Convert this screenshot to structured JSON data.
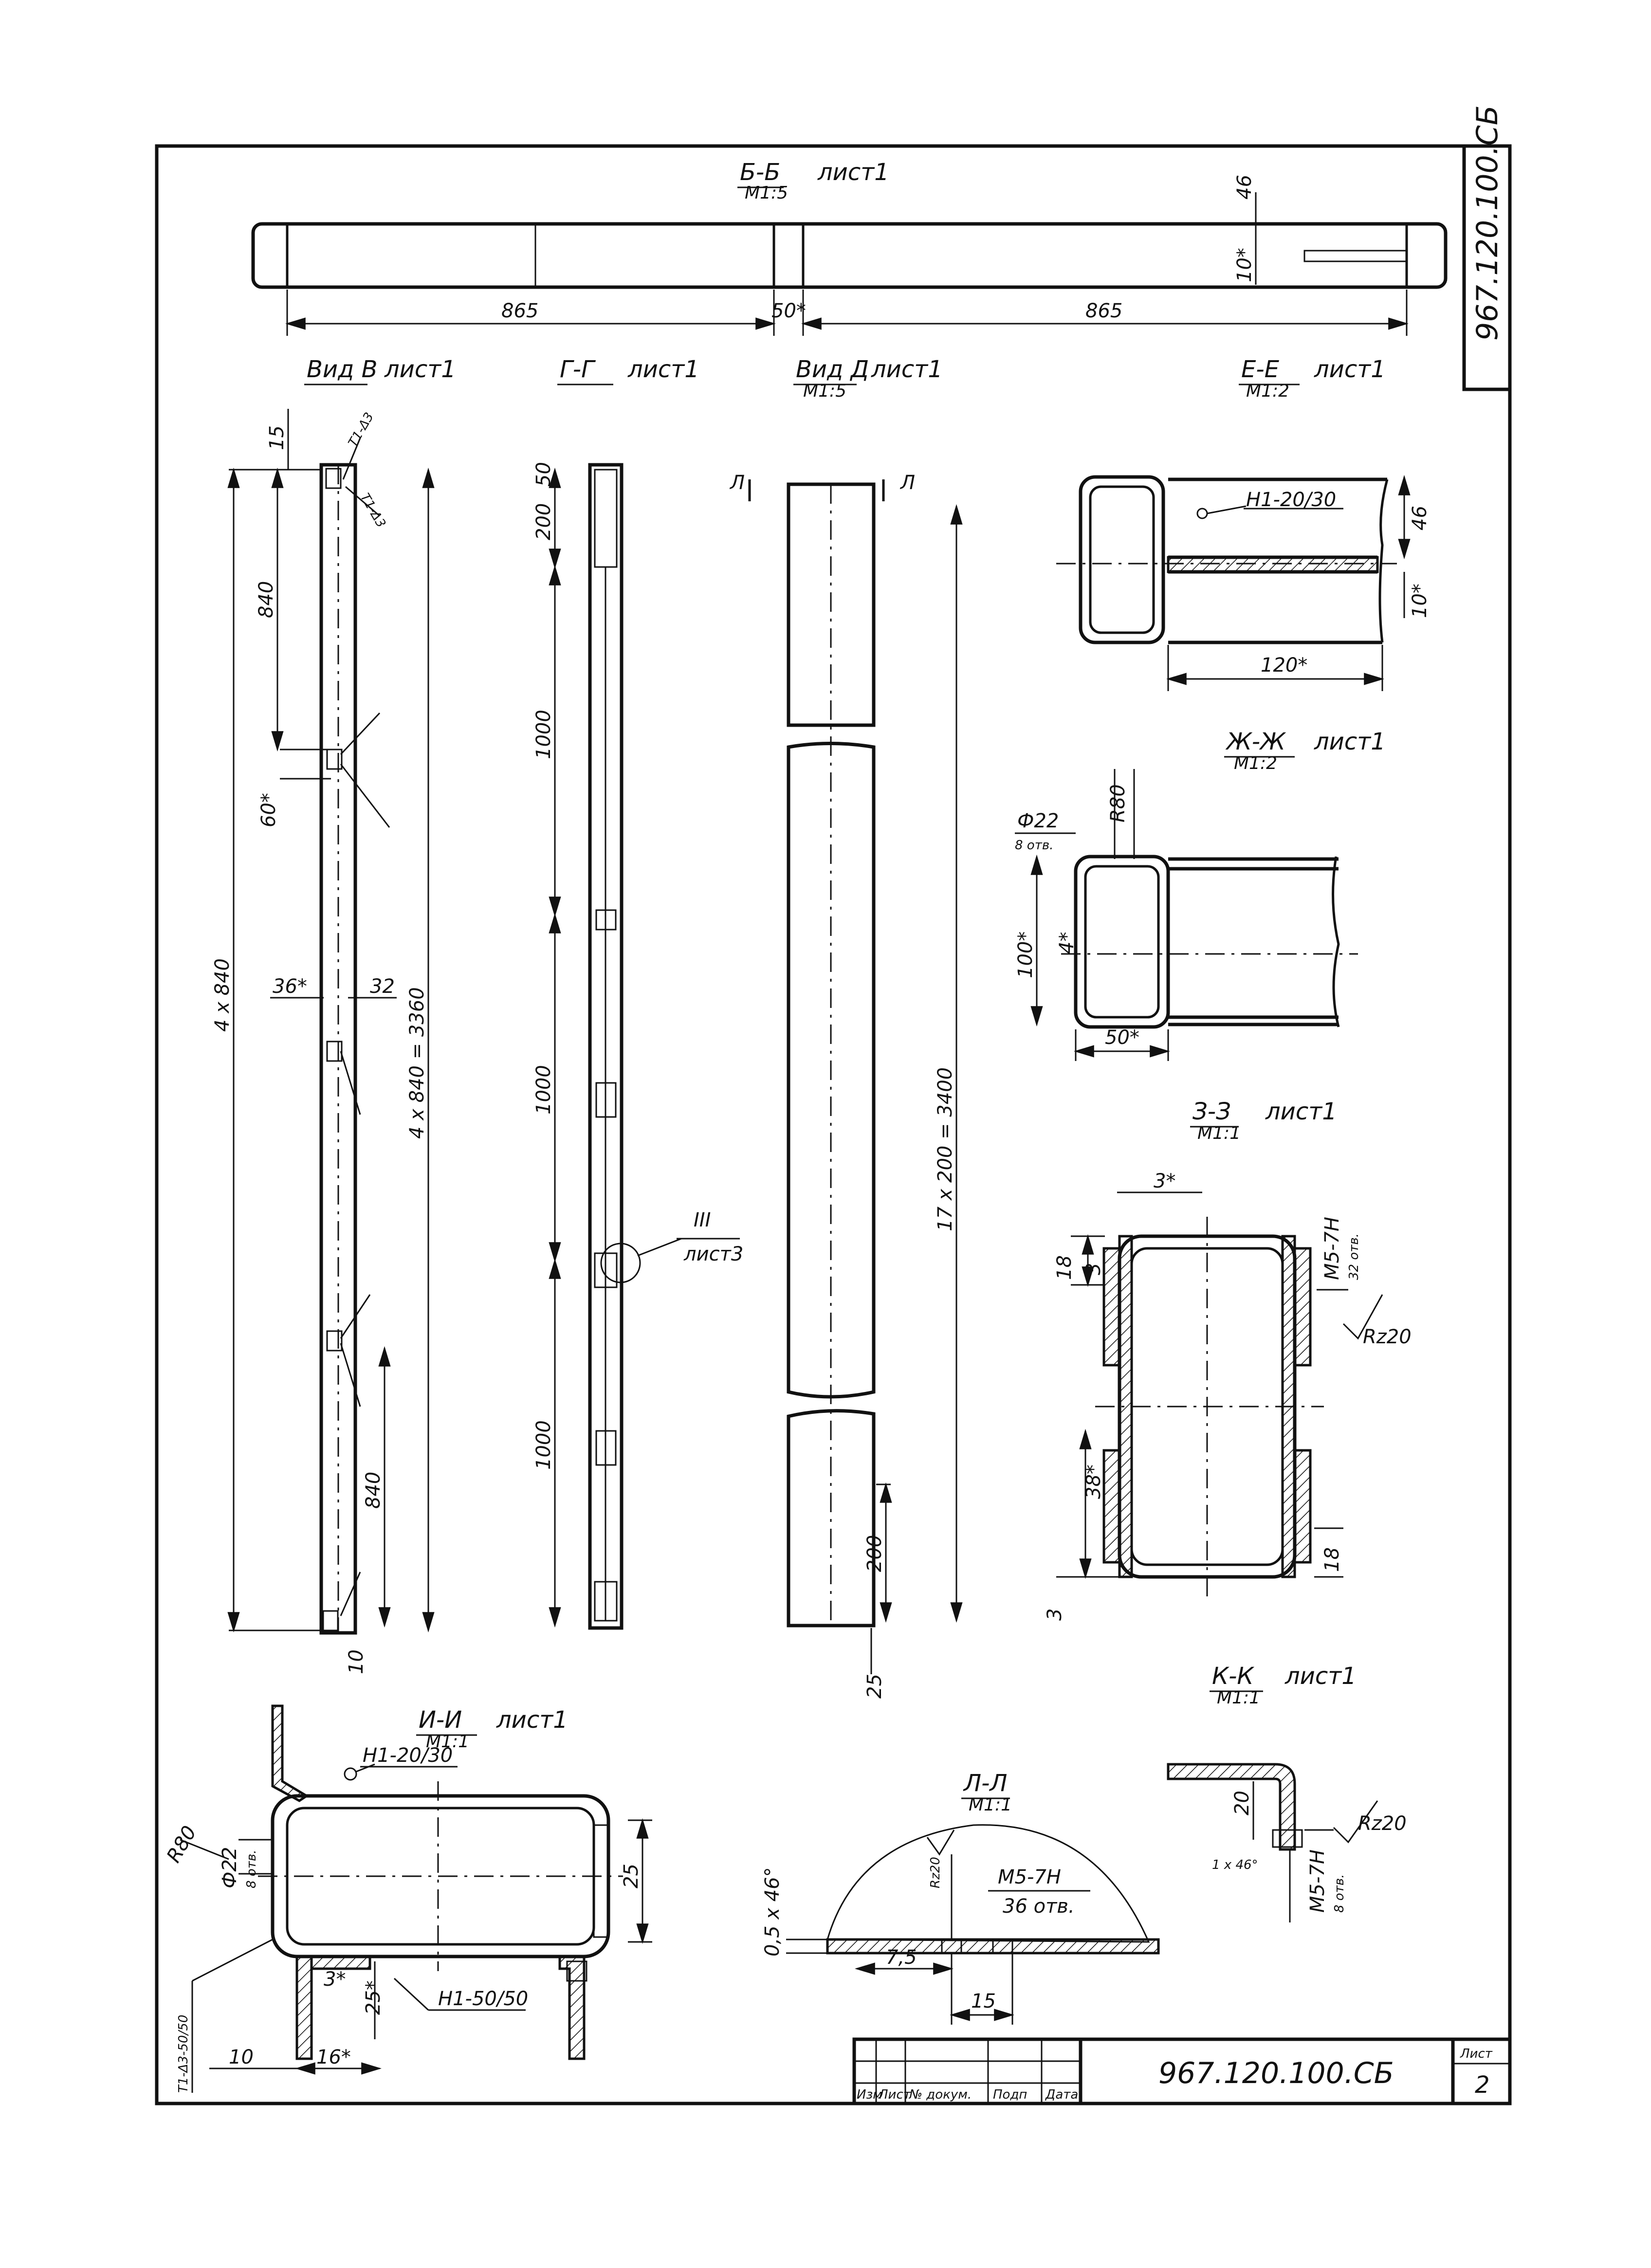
{
  "drawing_code_side": "967.120.100.СБ",
  "title_block": {
    "code": "967.120.100.СБ",
    "sheet_label": "Лист",
    "sheet_number": "2",
    "columns": [
      "Изм",
      "Лист",
      "№ докум.",
      "Подп",
      "Дата"
    ]
  },
  "view_bb": {
    "title": "Б-Б",
    "sheet": "лист1",
    "scale": "М1:5",
    "dims": {
      "left": "865",
      "mid": "50*",
      "right": "865",
      "h": "46",
      "t": "10*"
    }
  },
  "view_v": {
    "title": "Вид В",
    "sheet": "лист1",
    "dims": {
      "top": "15",
      "d840a": "840",
      "d60": "60*",
      "d36": "36*",
      "d32": "32",
      "d840b": "840",
      "total_left": "4 x 840",
      "total_right": "4 x 840 = 3360",
      "bottom": "10"
    },
    "welds": {
      "w1": "Т1-Δ3",
      "w2": "Т1-Δ3"
    }
  },
  "view_gg": {
    "title": "Г-Г",
    "sheet": "лист1",
    "dims": {
      "d50": "50",
      "d200": "200",
      "d1000a": "1000",
      "d1000b": "1000",
      "d1000c": "1000"
    },
    "callout": {
      "num": "III",
      "sheet": "лист3"
    }
  },
  "view_d": {
    "title": "Вид Д",
    "sheet": "лист1",
    "scale": "М1:5",
    "section_mark": "Л",
    "dims": {
      "total": "17 x 200 = 3400",
      "d200": "200",
      "d25": "25"
    }
  },
  "view_ee": {
    "title": "Е-Е",
    "sheet": "лист1",
    "scale": "М1:2",
    "weld": "Н1-20/30",
    "dims": {
      "h": "46",
      "t": "10*",
      "w": "120*"
    }
  },
  "view_zhzh": {
    "title": "Ж-Ж",
    "sheet": "лист1",
    "scale": "М1:2",
    "dims": {
      "hole": "Ф22",
      "holes_count": "8 отв.",
      "r": "R80",
      "h": "100*",
      "t": "4*",
      "w": "50*"
    }
  },
  "view_zz": {
    "title": "З-З",
    "sheet": "лист1",
    "scale": "М1:1",
    "dims": {
      "top": "3*",
      "d18a": "18",
      "d3a": "3",
      "d38": "38*",
      "d3b": "3",
      "d18b": "18"
    },
    "thread": "М5-7Н",
    "thread_count": "32 отв.",
    "rough": "Rz20"
  },
  "view_ii": {
    "title": "И-И",
    "sheet": "лист1",
    "scale": "М1:1",
    "weld_top": "Н1-20/30",
    "weld_bottom": "Н1-50/50",
    "weld_left": "Т1-Δ3-50/50",
    "dims": {
      "r": "R80",
      "hole": "Ф22",
      "holes_count": "8 отв.",
      "h": "25",
      "d3": "3*",
      "d25": "25*",
      "d10": "10",
      "d16": "16*"
    }
  },
  "view_ll": {
    "title": "Л-Л",
    "scale": "М1:1",
    "dims": {
      "chamfer": "0,5 x 46°",
      "rough": "Rz20",
      "d75": "7,5",
      "d15": "15"
    },
    "thread": "М5-7Н",
    "thread_count": "36 отв."
  },
  "view_kk": {
    "title": "К-К",
    "sheet": "лист1",
    "scale": "М1:1",
    "dims": {
      "d20": "20",
      "chamfer": "1 x 46°"
    },
    "rough": "Rz20",
    "thread": "М5-7Н",
    "thread_count": "8 отв."
  }
}
